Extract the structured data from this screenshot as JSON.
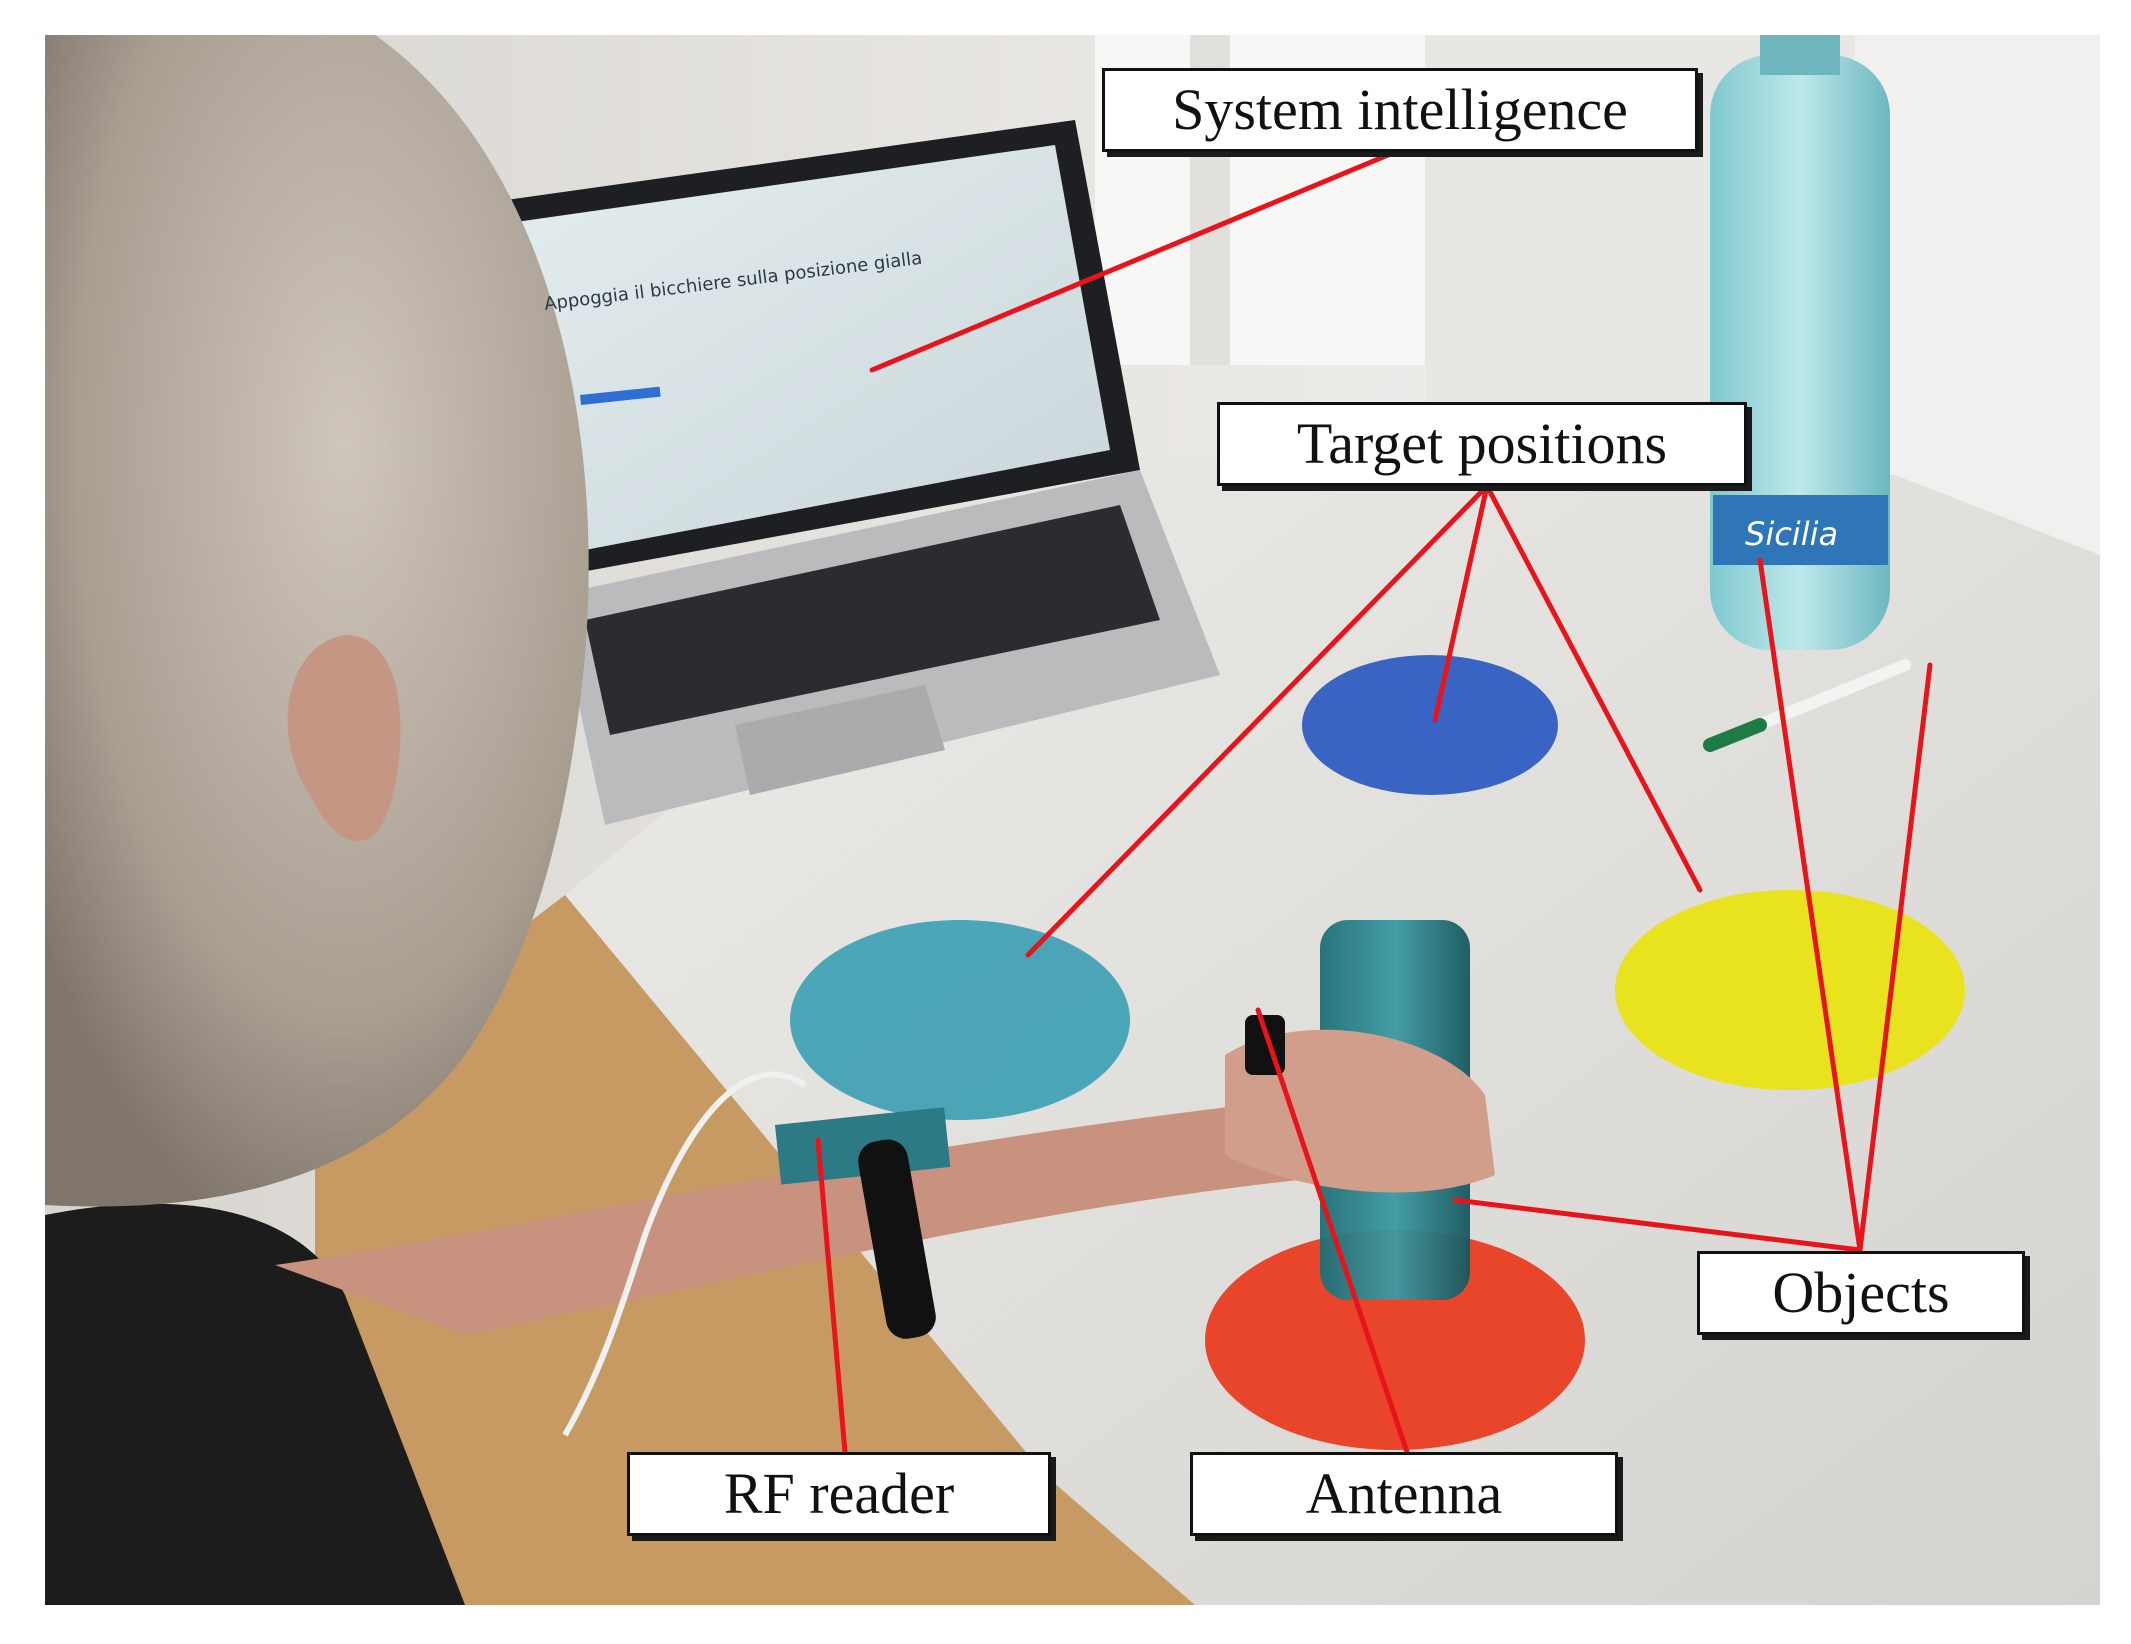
{
  "figure": {
    "callouts": {
      "system_intelligence": "System intelligence",
      "target_positions": "Target positions",
      "objects": "Objects",
      "rf_reader": "RF reader",
      "antenna": "Antenna"
    },
    "laptop_screen_text": "Appoggia il bicchiere sulla posizione gialla",
    "bottle_label_text": "Sicilia",
    "leader_color": "#e8141c",
    "colors": {
      "blue_target": "#3a64c4",
      "teal_target": "#3a9fb3",
      "yellow_target": "#e9e21f",
      "orange_target": "#e9452a",
      "table": "#e2e0dc"
    }
  }
}
